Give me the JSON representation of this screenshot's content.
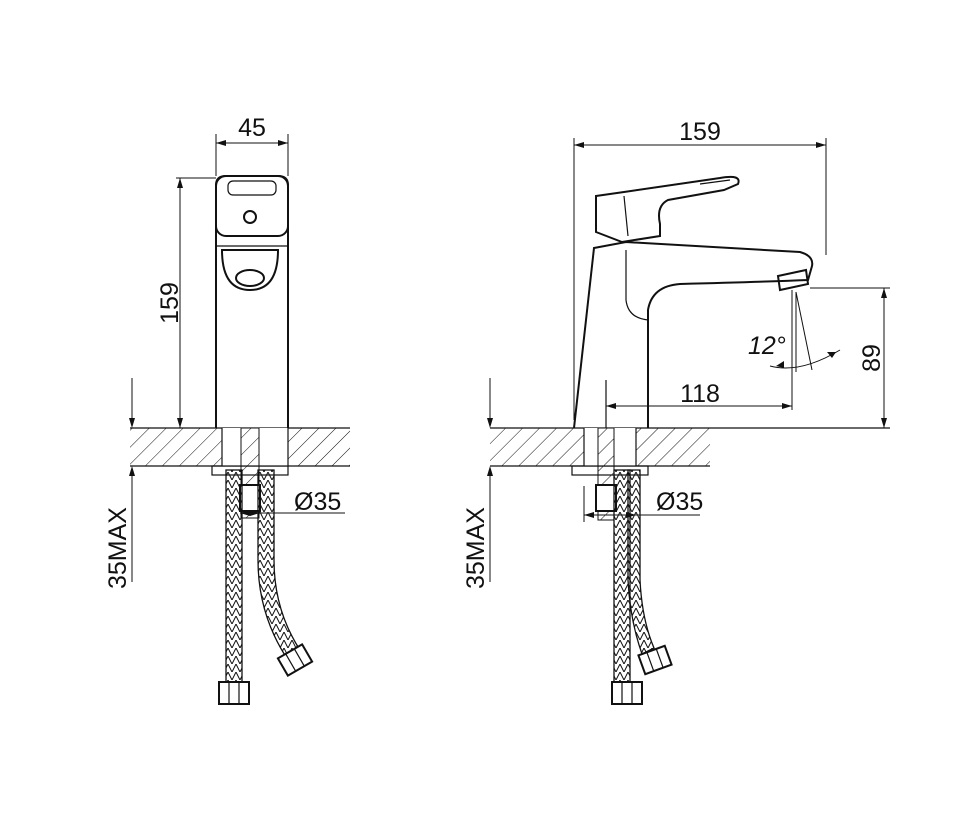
{
  "front_view": {
    "width_label": "45",
    "height_label": "159",
    "hole_label": "Ø35",
    "thickness_label": "35MAX"
  },
  "side_view": {
    "length_label": "159",
    "spout_reach_label": "118",
    "spout_height_label": "89",
    "angle_label": "12°",
    "hole_label": "Ø35",
    "thickness_label": "35MAX"
  }
}
